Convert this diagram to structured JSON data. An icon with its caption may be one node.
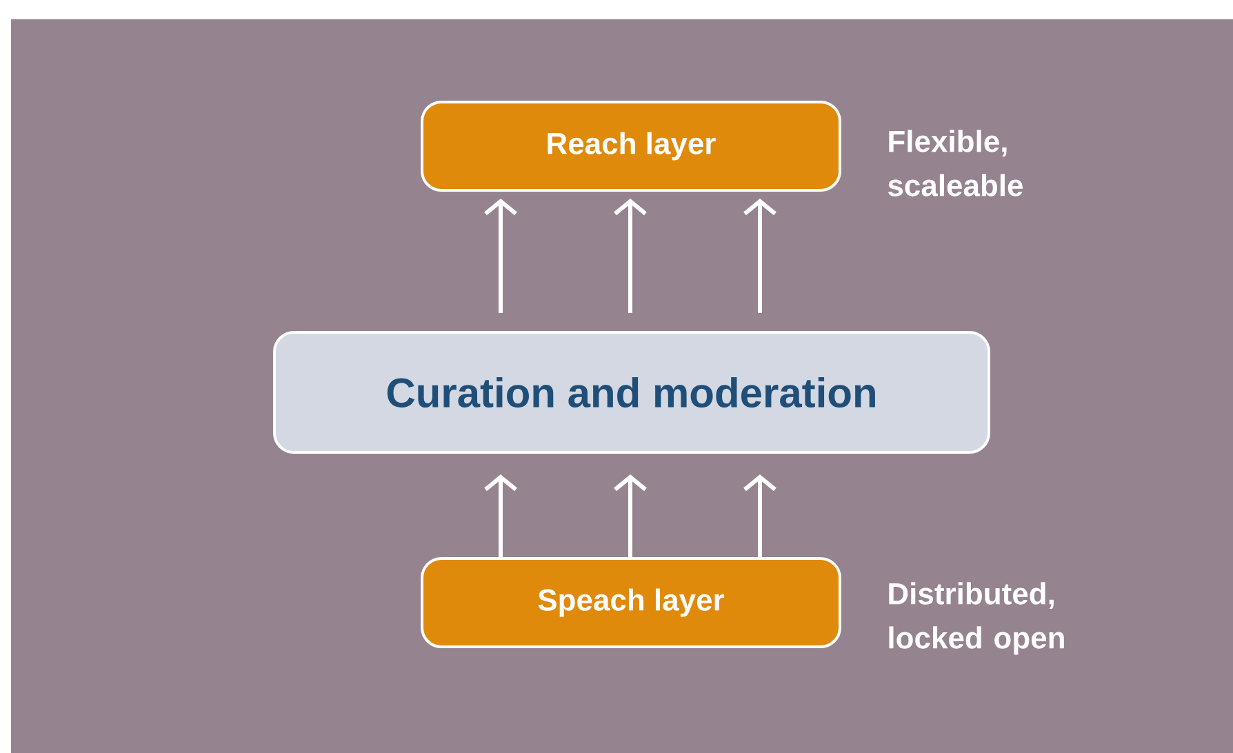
{
  "diagram": {
    "nodes": [
      {
        "text": [
          "Reach layer"
        ],
        "beside": [
          "Flexible, scaleable"
        ]
      },
      {
        "text": [
          "Curation and moderation"
        ]
      },
      {
        "text": [
          "Speach layer"
        ],
        "beside": [
          "Distributed, locked open"
        ]
      }
    ],
    "edges": [
      {
        "from": 1,
        "to": 0,
        "arrow": "to"
      },
      {
        "from": 1,
        "to": 0,
        "arrow": "to"
      },
      {
        "from": 1,
        "to": 0,
        "arrow": "to"
      },
      {
        "from": 2,
        "to": 1,
        "arrow": "to"
      },
      {
        "from": 2,
        "to": 1,
        "arrow": "to"
      },
      {
        "from": 2,
        "to": 1,
        "arrow": "to"
      }
    ]
  }
}
